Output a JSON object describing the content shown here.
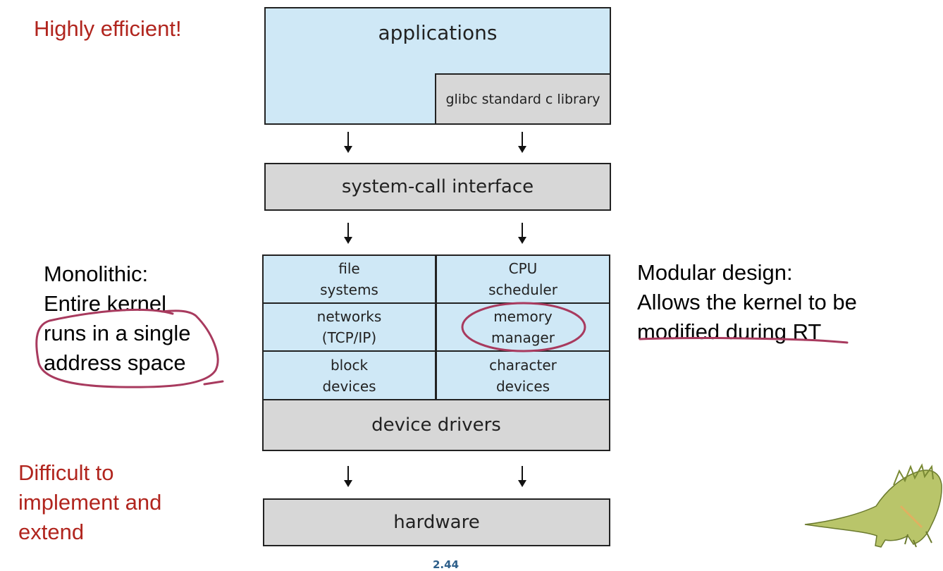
{
  "notes": {
    "highly_efficient": "Highly efficient!",
    "monolithic": "Monolithic:\nEntire kernel\nruns in a single\naddress space",
    "modular": "Modular design:\nAllows the kernel to be\nmodified during RT",
    "difficult": "Difficult to\nimplement and\nextend"
  },
  "diagram": {
    "applications": "applications",
    "glibc": "glibc standard c library",
    "syscall": "system-call interface",
    "kernel_cells": [
      "file\nsystems",
      "CPU\nscheduler",
      "networks\n(TCP/IP)",
      "memory\nmanager",
      "block\ndevices",
      "character\ndevices"
    ],
    "device_drivers": "device drivers",
    "hardware": "hardware"
  },
  "page_number": "2.44",
  "colors": {
    "note_red": "#b1251e",
    "annotation_pen": "#a83a5e",
    "box_blue": "#cfe8f6",
    "box_gray": "#d7d7d7"
  },
  "icons": {
    "mascot": "dinosaur-illustration"
  }
}
